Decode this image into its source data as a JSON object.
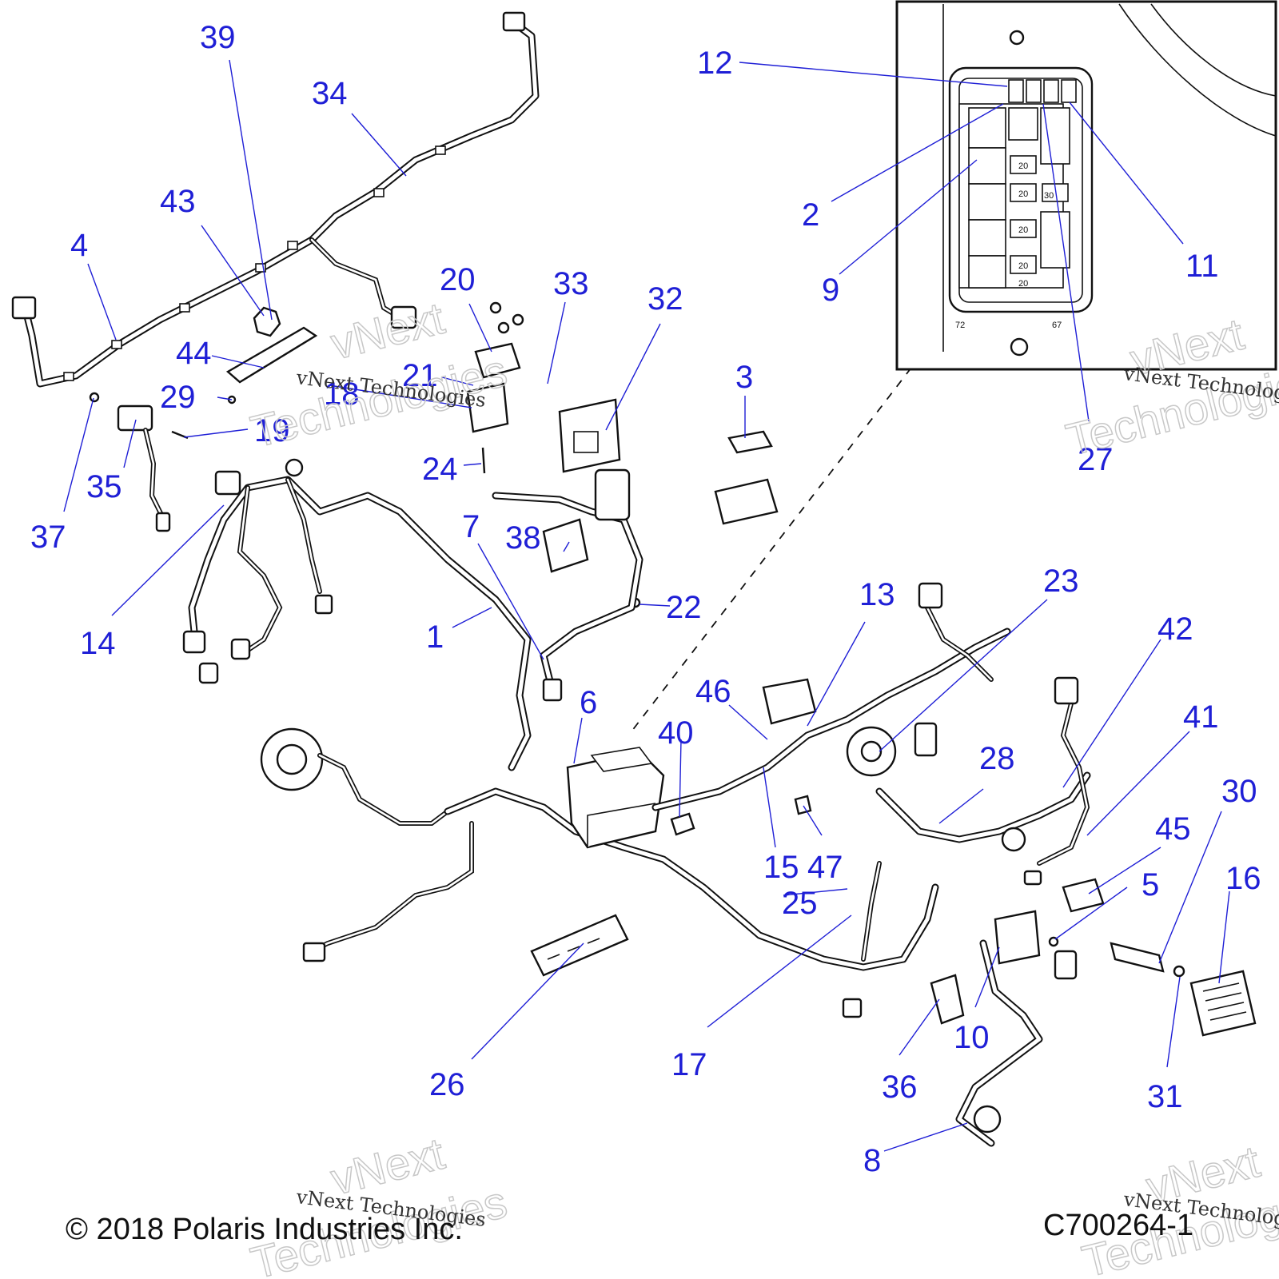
{
  "diagram": {
    "copyright": "© 2018 Polaris Industries Inc.",
    "drawing_number": "C700264-1",
    "watermark_small": "vNext Technologies",
    "watermark_big_line1": "vNext",
    "watermark_big_line2": "Technologies",
    "inset_labels": [
      "72",
      "67",
      "30",
      "20",
      "20",
      "20",
      "20",
      "20"
    ],
    "callouts": [
      "1",
      "2",
      "3",
      "4",
      "5",
      "6",
      "7",
      "8",
      "9",
      "10",
      "11",
      "12",
      "13",
      "14",
      "15",
      "16",
      "17",
      "18",
      "19",
      "20",
      "21",
      "22",
      "23",
      "24",
      "25",
      "26",
      "27",
      "28",
      "29",
      "30",
      "31",
      "32",
      "33",
      "34",
      "35",
      "36",
      "37",
      "38",
      "39",
      "40",
      "41",
      "42",
      "43",
      "44",
      "45",
      "46",
      "47"
    ]
  }
}
